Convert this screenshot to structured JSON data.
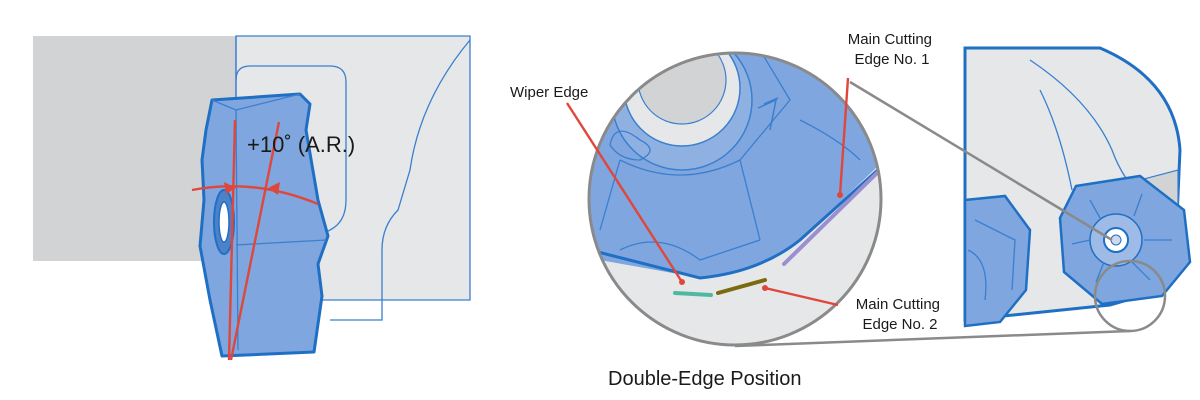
{
  "left_panel": {
    "angle_label": "+10˚ (A.R.)"
  },
  "center_panel": {
    "wiper_edge_label": "Wiper Edge",
    "main_edge_1_label": [
      "Main Cutting",
      "Edge No. 1"
    ],
    "main_edge_2_label": [
      "Main Cutting",
      "Edge No. 2"
    ],
    "caption": "Double-Edge Position"
  },
  "colors": {
    "insert_blue": "#7fa6de",
    "outline_blue": "#1f6fc4",
    "callout_red": "#e0473c",
    "wiper_edge": "#4fb8a0",
    "edge_1": "#9a8fd0",
    "edge_2": "#7a6a10",
    "zoom_ring": "#8a8a8a"
  }
}
